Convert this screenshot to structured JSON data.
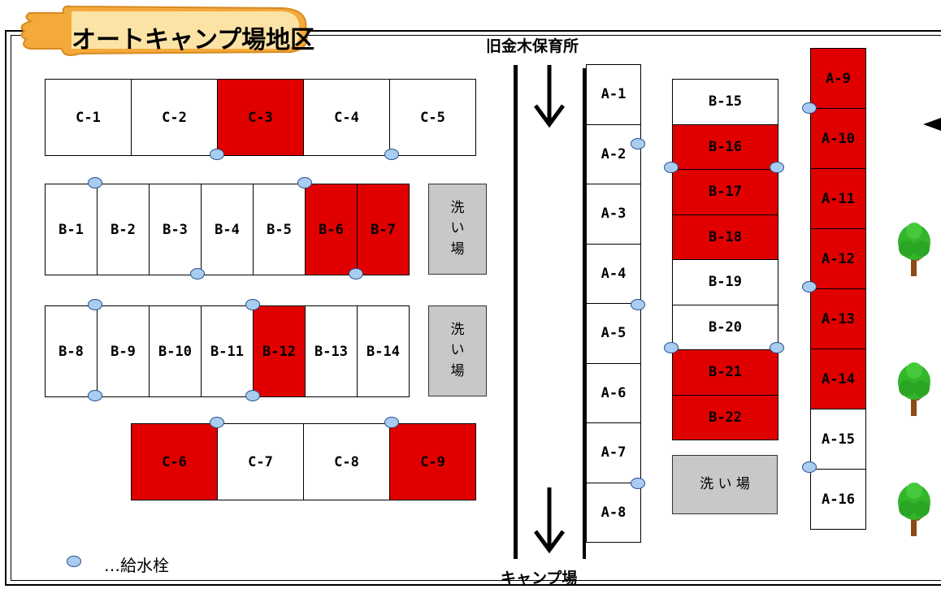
{
  "title": "オートキャンプ場地区",
  "top_label": "旧金木保育所",
  "bottom_label": "キャンプ場",
  "wash_label_vertical": "洗\nい\n場",
  "wash_label_horizontal": "洗 い 場",
  "legend": "…給水栓",
  "colors": {
    "occupied": "#e00000",
    "free": "#ffffff",
    "wash": "#c8c8c8",
    "hydrant": "#a9cdf0",
    "banner": "#f4a93b"
  },
  "sites": {
    "c_top": [
      {
        "id": "C-1",
        "occupied": false
      },
      {
        "id": "C-2",
        "occupied": false
      },
      {
        "id": "C-3",
        "occupied": true
      },
      {
        "id": "C-4",
        "occupied": false
      },
      {
        "id": "C-5",
        "occupied": false
      }
    ],
    "b_row1": [
      {
        "id": "B-1",
        "occupied": false
      },
      {
        "id": "B-2",
        "occupied": false
      },
      {
        "id": "B-3",
        "occupied": false
      },
      {
        "id": "B-4",
        "occupied": false
      },
      {
        "id": "B-5",
        "occupied": false
      },
      {
        "id": "B-6",
        "occupied": true
      },
      {
        "id": "B-7",
        "occupied": true
      }
    ],
    "b_row2": [
      {
        "id": "B-8",
        "occupied": false
      },
      {
        "id": "B-9",
        "occupied": false
      },
      {
        "id": "B-10",
        "occupied": false
      },
      {
        "id": "B-11",
        "occupied": false
      },
      {
        "id": "B-12",
        "occupied": true
      },
      {
        "id": "B-13",
        "occupied": false
      },
      {
        "id": "B-14",
        "occupied": false
      }
    ],
    "c_bottom": [
      {
        "id": "C-6",
        "occupied": true
      },
      {
        "id": "C-7",
        "occupied": false
      },
      {
        "id": "C-8",
        "occupied": false
      },
      {
        "id": "C-9",
        "occupied": true
      }
    ],
    "a_left": [
      {
        "id": "A-1",
        "occupied": false
      },
      {
        "id": "A-2",
        "occupied": false
      },
      {
        "id": "A-3",
        "occupied": false
      },
      {
        "id": "A-4",
        "occupied": false
      },
      {
        "id": "A-5",
        "occupied": false
      },
      {
        "id": "A-6",
        "occupied": false
      },
      {
        "id": "A-7",
        "occupied": false
      },
      {
        "id": "A-8",
        "occupied": false
      }
    ],
    "b_col": [
      {
        "id": "B-15",
        "occupied": false
      },
      {
        "id": "B-16",
        "occupied": true
      },
      {
        "id": "B-17",
        "occupied": true
      },
      {
        "id": "B-18",
        "occupied": true
      },
      {
        "id": "B-19",
        "occupied": false
      },
      {
        "id": "B-20",
        "occupied": false
      },
      {
        "id": "B-21",
        "occupied": true
      },
      {
        "id": "B-22",
        "occupied": true
      }
    ],
    "a_right": [
      {
        "id": "A-9",
        "occupied": true
      },
      {
        "id": "A-10",
        "occupied": true
      },
      {
        "id": "A-11",
        "occupied": true
      },
      {
        "id": "A-12",
        "occupied": true
      },
      {
        "id": "A-13",
        "occupied": true
      },
      {
        "id": "A-14",
        "occupied": true
      },
      {
        "id": "A-15",
        "occupied": false
      },
      {
        "id": "A-16",
        "occupied": false
      }
    ]
  }
}
